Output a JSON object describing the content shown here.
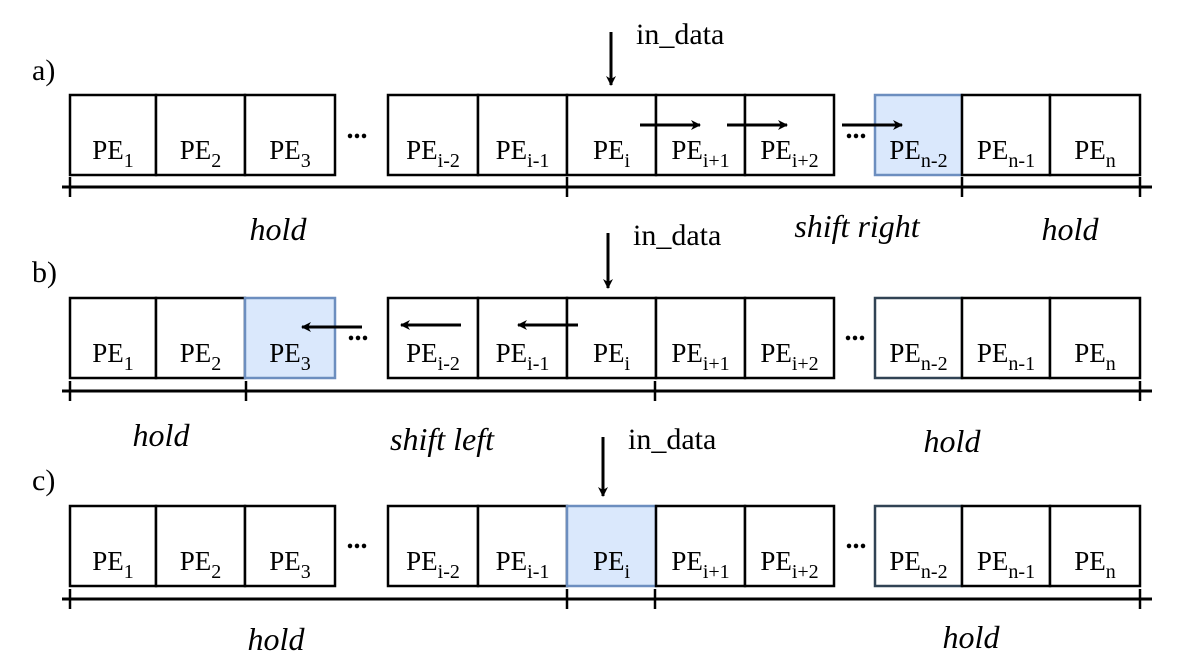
{
  "colors": {
    "cell_stroke": "#000000",
    "highlight_fill": "#dae8fc",
    "highlight_stroke": "#6c8ebf",
    "dark_stroke": "#314354"
  },
  "ellipsis": "...",
  "in_label": "in_data",
  "rows": [
    {
      "label": "a)",
      "cells": [
        {
          "base": "PE",
          "sub": "1"
        },
        {
          "base": "PE",
          "sub": "2"
        },
        {
          "base": "PE",
          "sub": "3"
        },
        {
          "base": "PE",
          "sub": "i-2"
        },
        {
          "base": "PE",
          "sub": "i-1"
        },
        {
          "base": "PE",
          "sub": "i"
        },
        {
          "base": "PE",
          "sub": "i+1"
        },
        {
          "base": "PE",
          "sub": "i+2"
        },
        {
          "base": "PE",
          "sub": "n-2",
          "highlight": true
        },
        {
          "base": "PE",
          "sub": "n-1"
        },
        {
          "base": "PE",
          "sub": "n"
        }
      ],
      "input_cell": "i",
      "shift": "right",
      "regions": [
        "hold",
        "shift right",
        "hold"
      ]
    },
    {
      "label": "b)",
      "cells": [
        {
          "base": "PE",
          "sub": "1"
        },
        {
          "base": "PE",
          "sub": "2"
        },
        {
          "base": "PE",
          "sub": "3",
          "highlight": true
        },
        {
          "base": "PE",
          "sub": "i-2"
        },
        {
          "base": "PE",
          "sub": "i-1"
        },
        {
          "base": "PE",
          "sub": "i"
        },
        {
          "base": "PE",
          "sub": "i+1"
        },
        {
          "base": "PE",
          "sub": "i+2"
        },
        {
          "base": "PE",
          "sub": "n-2",
          "dark": true
        },
        {
          "base": "PE",
          "sub": "n-1"
        },
        {
          "base": "PE",
          "sub": "n"
        }
      ],
      "input_cell": "i",
      "shift": "left",
      "regions": [
        "hold",
        "shift left",
        "hold"
      ]
    },
    {
      "label": "c)",
      "cells": [
        {
          "base": "PE",
          "sub": "1"
        },
        {
          "base": "PE",
          "sub": "2"
        },
        {
          "base": "PE",
          "sub": "3"
        },
        {
          "base": "PE",
          "sub": "i-2"
        },
        {
          "base": "PE",
          "sub": "i-1"
        },
        {
          "base": "PE",
          "sub": "i",
          "highlight": true
        },
        {
          "base": "PE",
          "sub": "i+1"
        },
        {
          "base": "PE",
          "sub": "i+2"
        },
        {
          "base": "PE",
          "sub": "n-2",
          "dark": true
        },
        {
          "base": "PE",
          "sub": "n-1"
        },
        {
          "base": "PE",
          "sub": "n"
        }
      ],
      "input_cell": "i",
      "shift": "none",
      "regions": [
        "hold",
        "hold"
      ]
    }
  ]
}
